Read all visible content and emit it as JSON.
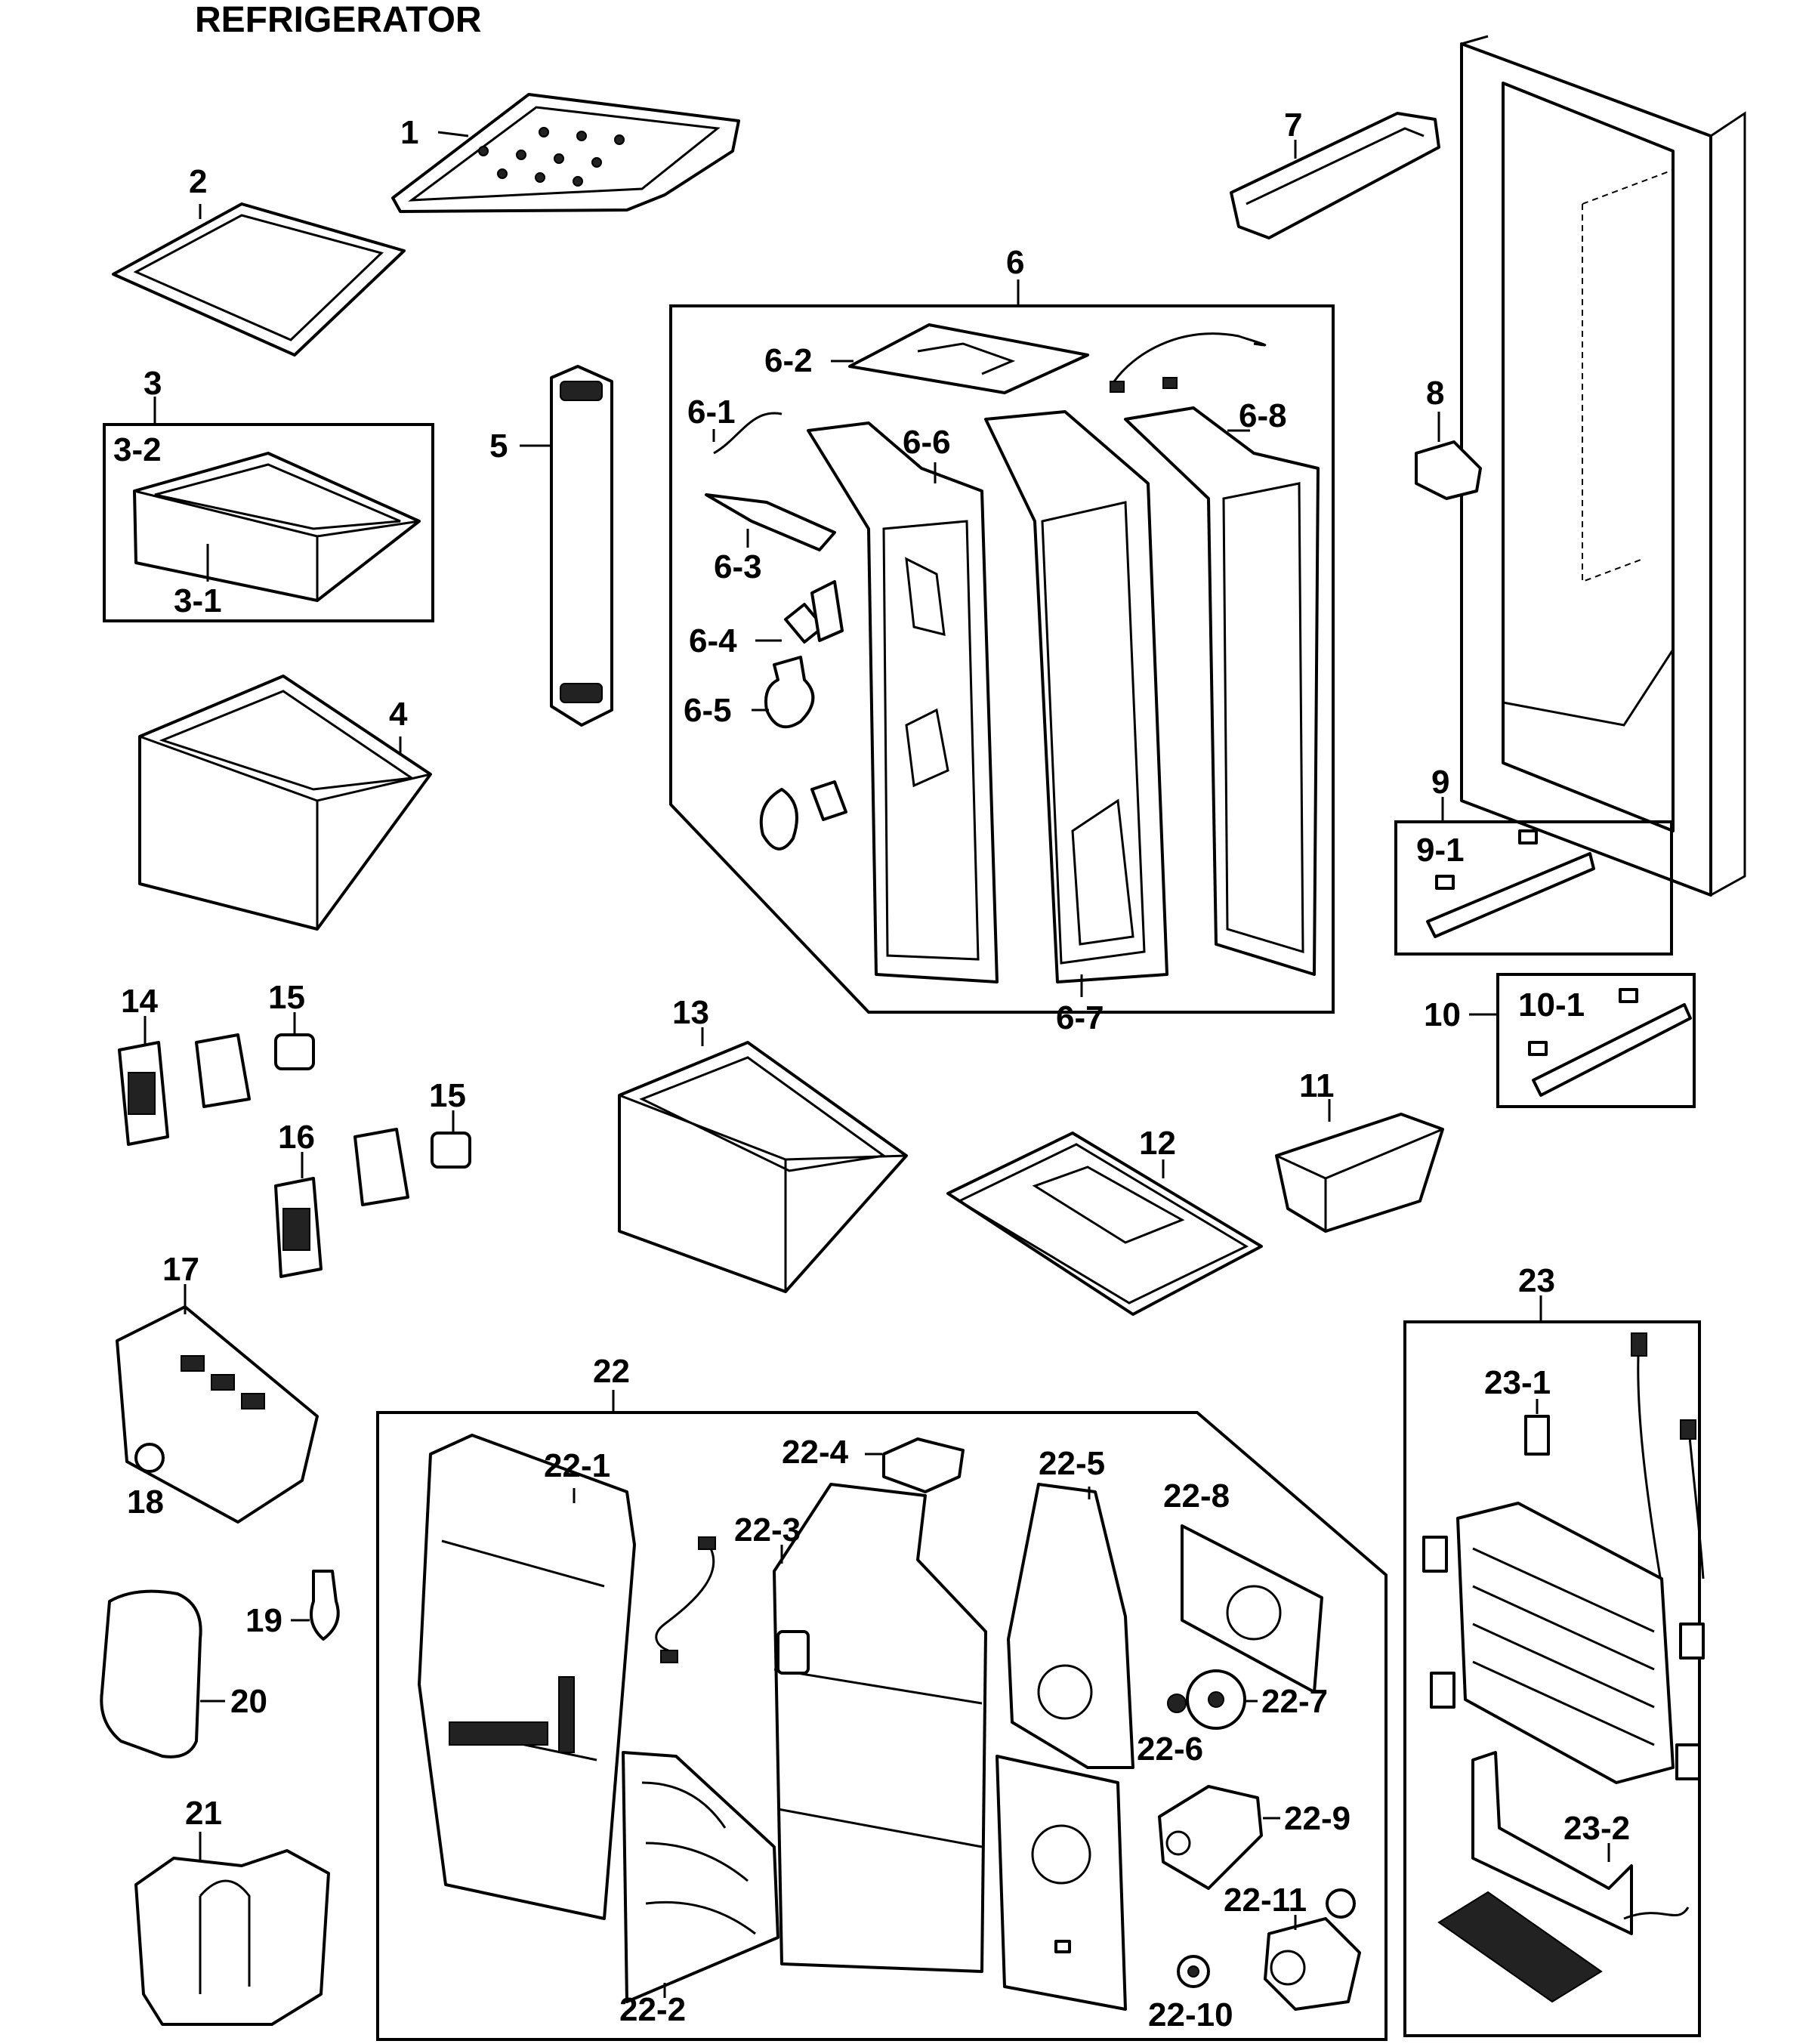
{
  "title": "REFRIGERATOR",
  "labels": {
    "p1": "1",
    "p2": "2",
    "p3": "3",
    "p3_1": "3-1",
    "p3_2": "3-2",
    "p4": "4",
    "p5": "5",
    "p6": "6",
    "p6_1": "6-1",
    "p6_2": "6-2",
    "p6_3": "6-3",
    "p6_4": "6-4",
    "p6_5": "6-5",
    "p6_6": "6-6",
    "p6_7": "6-7",
    "p6_8": "6-8",
    "p7": "7",
    "p8": "8",
    "p9": "9",
    "p9_1": "9-1",
    "p10": "10",
    "p10_1": "10-1",
    "p11": "11",
    "p12": "12",
    "p13": "13",
    "p14": "14",
    "p15a": "15",
    "p15b": "15",
    "p16": "16",
    "p17": "17",
    "p18": "18",
    "p19": "19",
    "p20": "20",
    "p21": "21",
    "p22": "22",
    "p22_1": "22-1",
    "p22_2": "22-2",
    "p22_3": "22-3",
    "p22_4": "22-4",
    "p22_5": "22-5",
    "p22_6": "22-6",
    "p22_7": "22-7",
    "p22_8": "22-8",
    "p22_9": "22-9",
    "p22_10": "22-10",
    "p22_11": "22-11",
    "p23": "23",
    "p23_1": "23-1",
    "p23_2": "23-2"
  }
}
